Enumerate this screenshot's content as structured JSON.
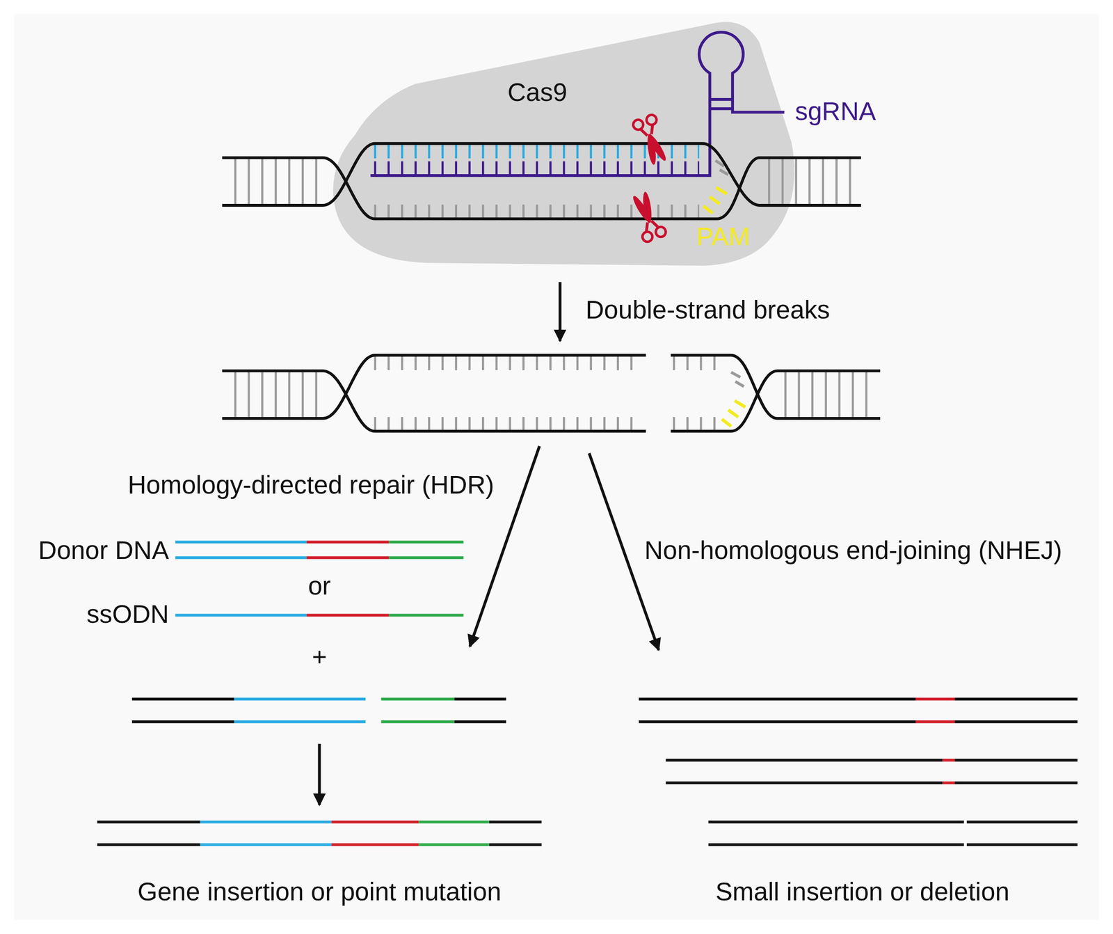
{
  "diagram": {
    "nodes": [
      {
        "text": [
          "Cas9"
        ]
      }
    ],
    "labels": [
      "sgRNA",
      "PAM",
      "Double-strand breaks",
      "Homology-directed repair (HDR)",
      "Non-homologous end-joining (NHEJ)",
      "Donor DNA",
      "or",
      "ssODN",
      "+",
      "Gene insertion or point mutation",
      "Small insertion or deletion"
    ]
  }
}
